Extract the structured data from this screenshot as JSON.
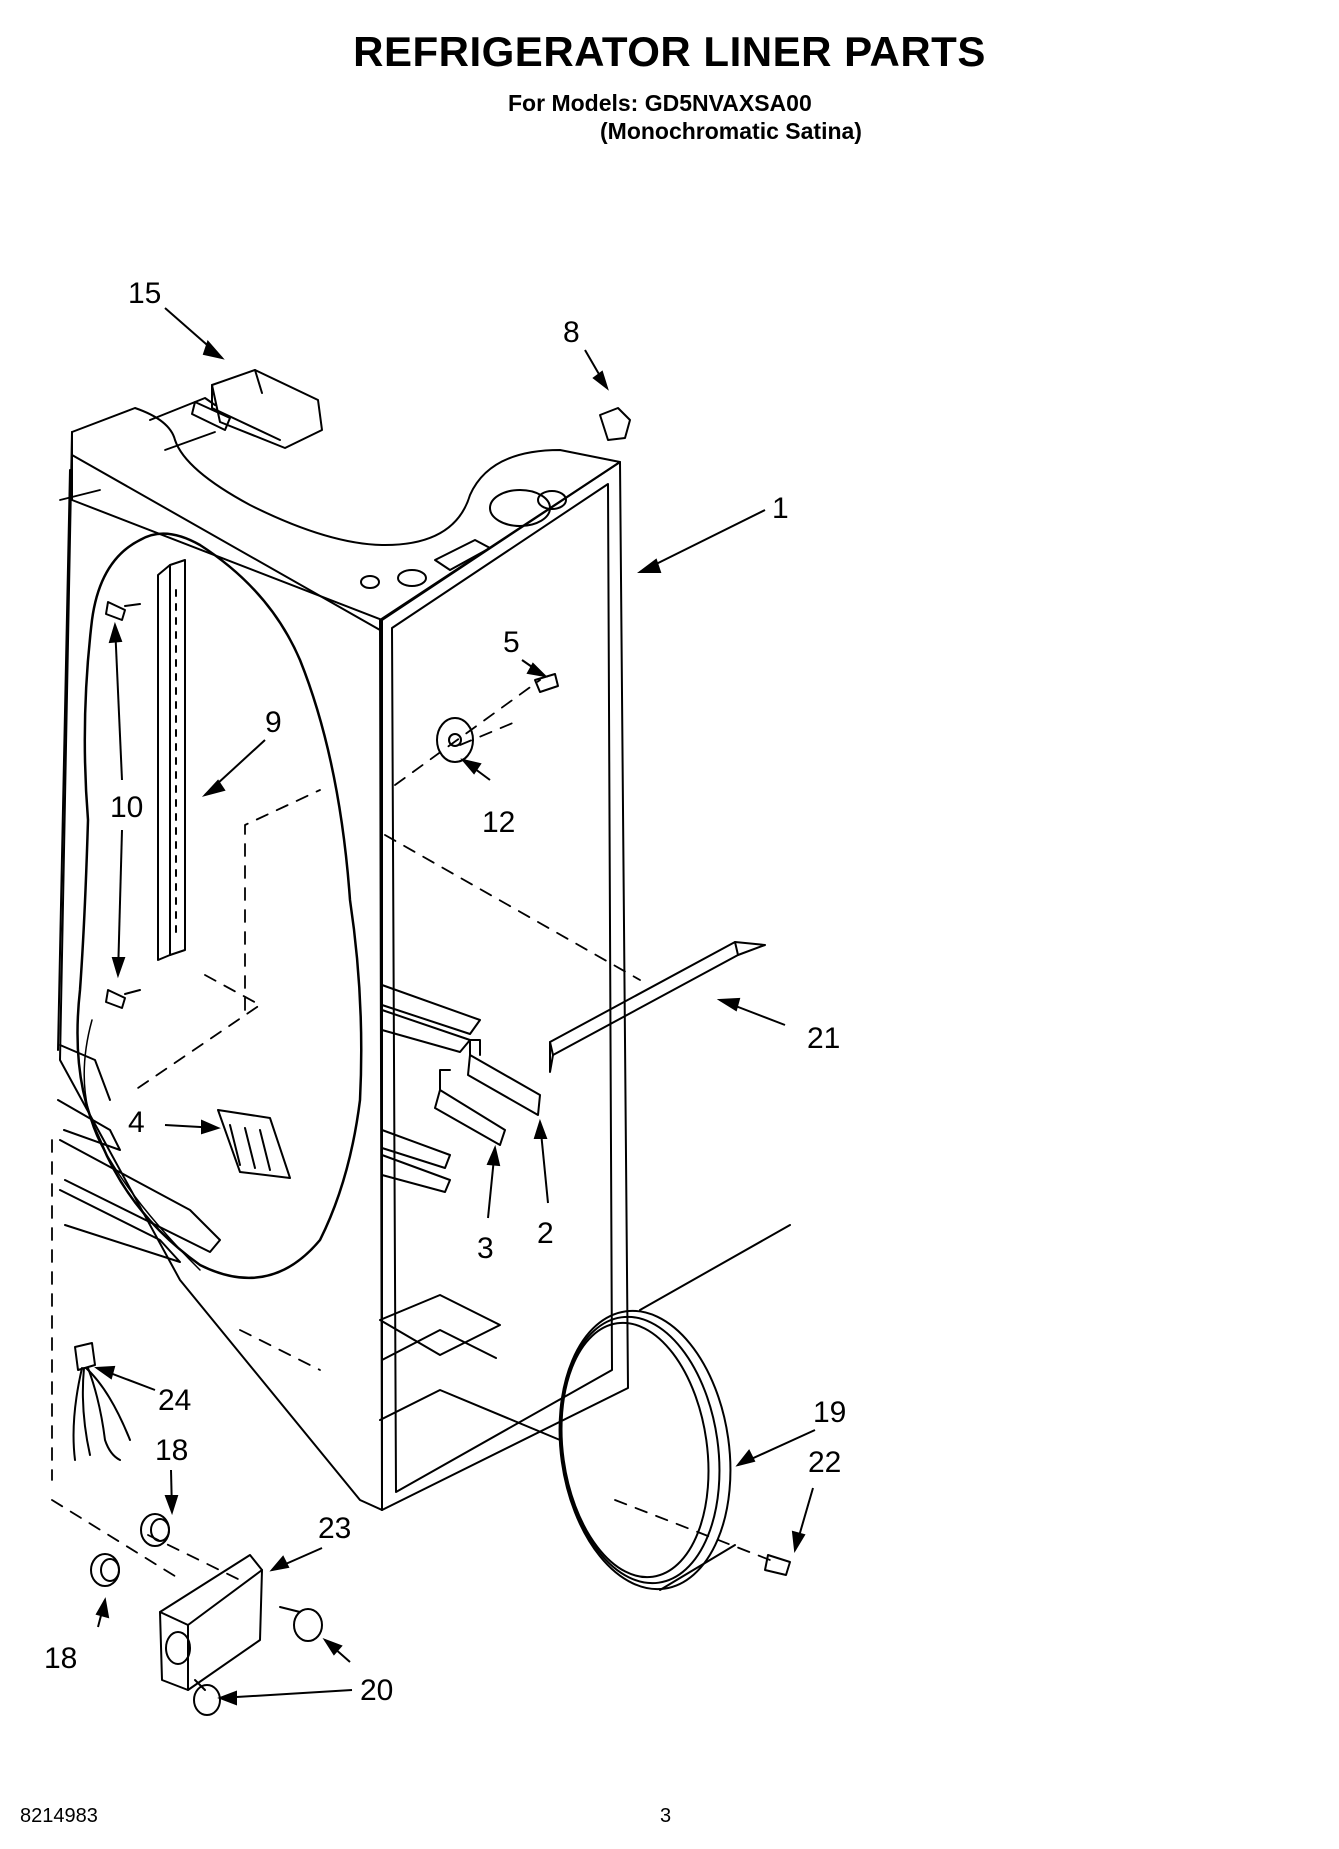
{
  "header": {
    "title": "REFRIGERATOR LINER PARTS",
    "models_line": "For Models: GD5NVAXSA00",
    "models_sub": "(Monochromatic Satina)"
  },
  "callouts": [
    "15",
    "8",
    "1",
    "5",
    "9",
    "10",
    "12",
    "21",
    "4",
    "3",
    "2",
    "24",
    "18",
    "19",
    "22",
    "23",
    "18",
    "20"
  ],
  "footer": {
    "doc_number": "8214983",
    "page_number": "3"
  }
}
